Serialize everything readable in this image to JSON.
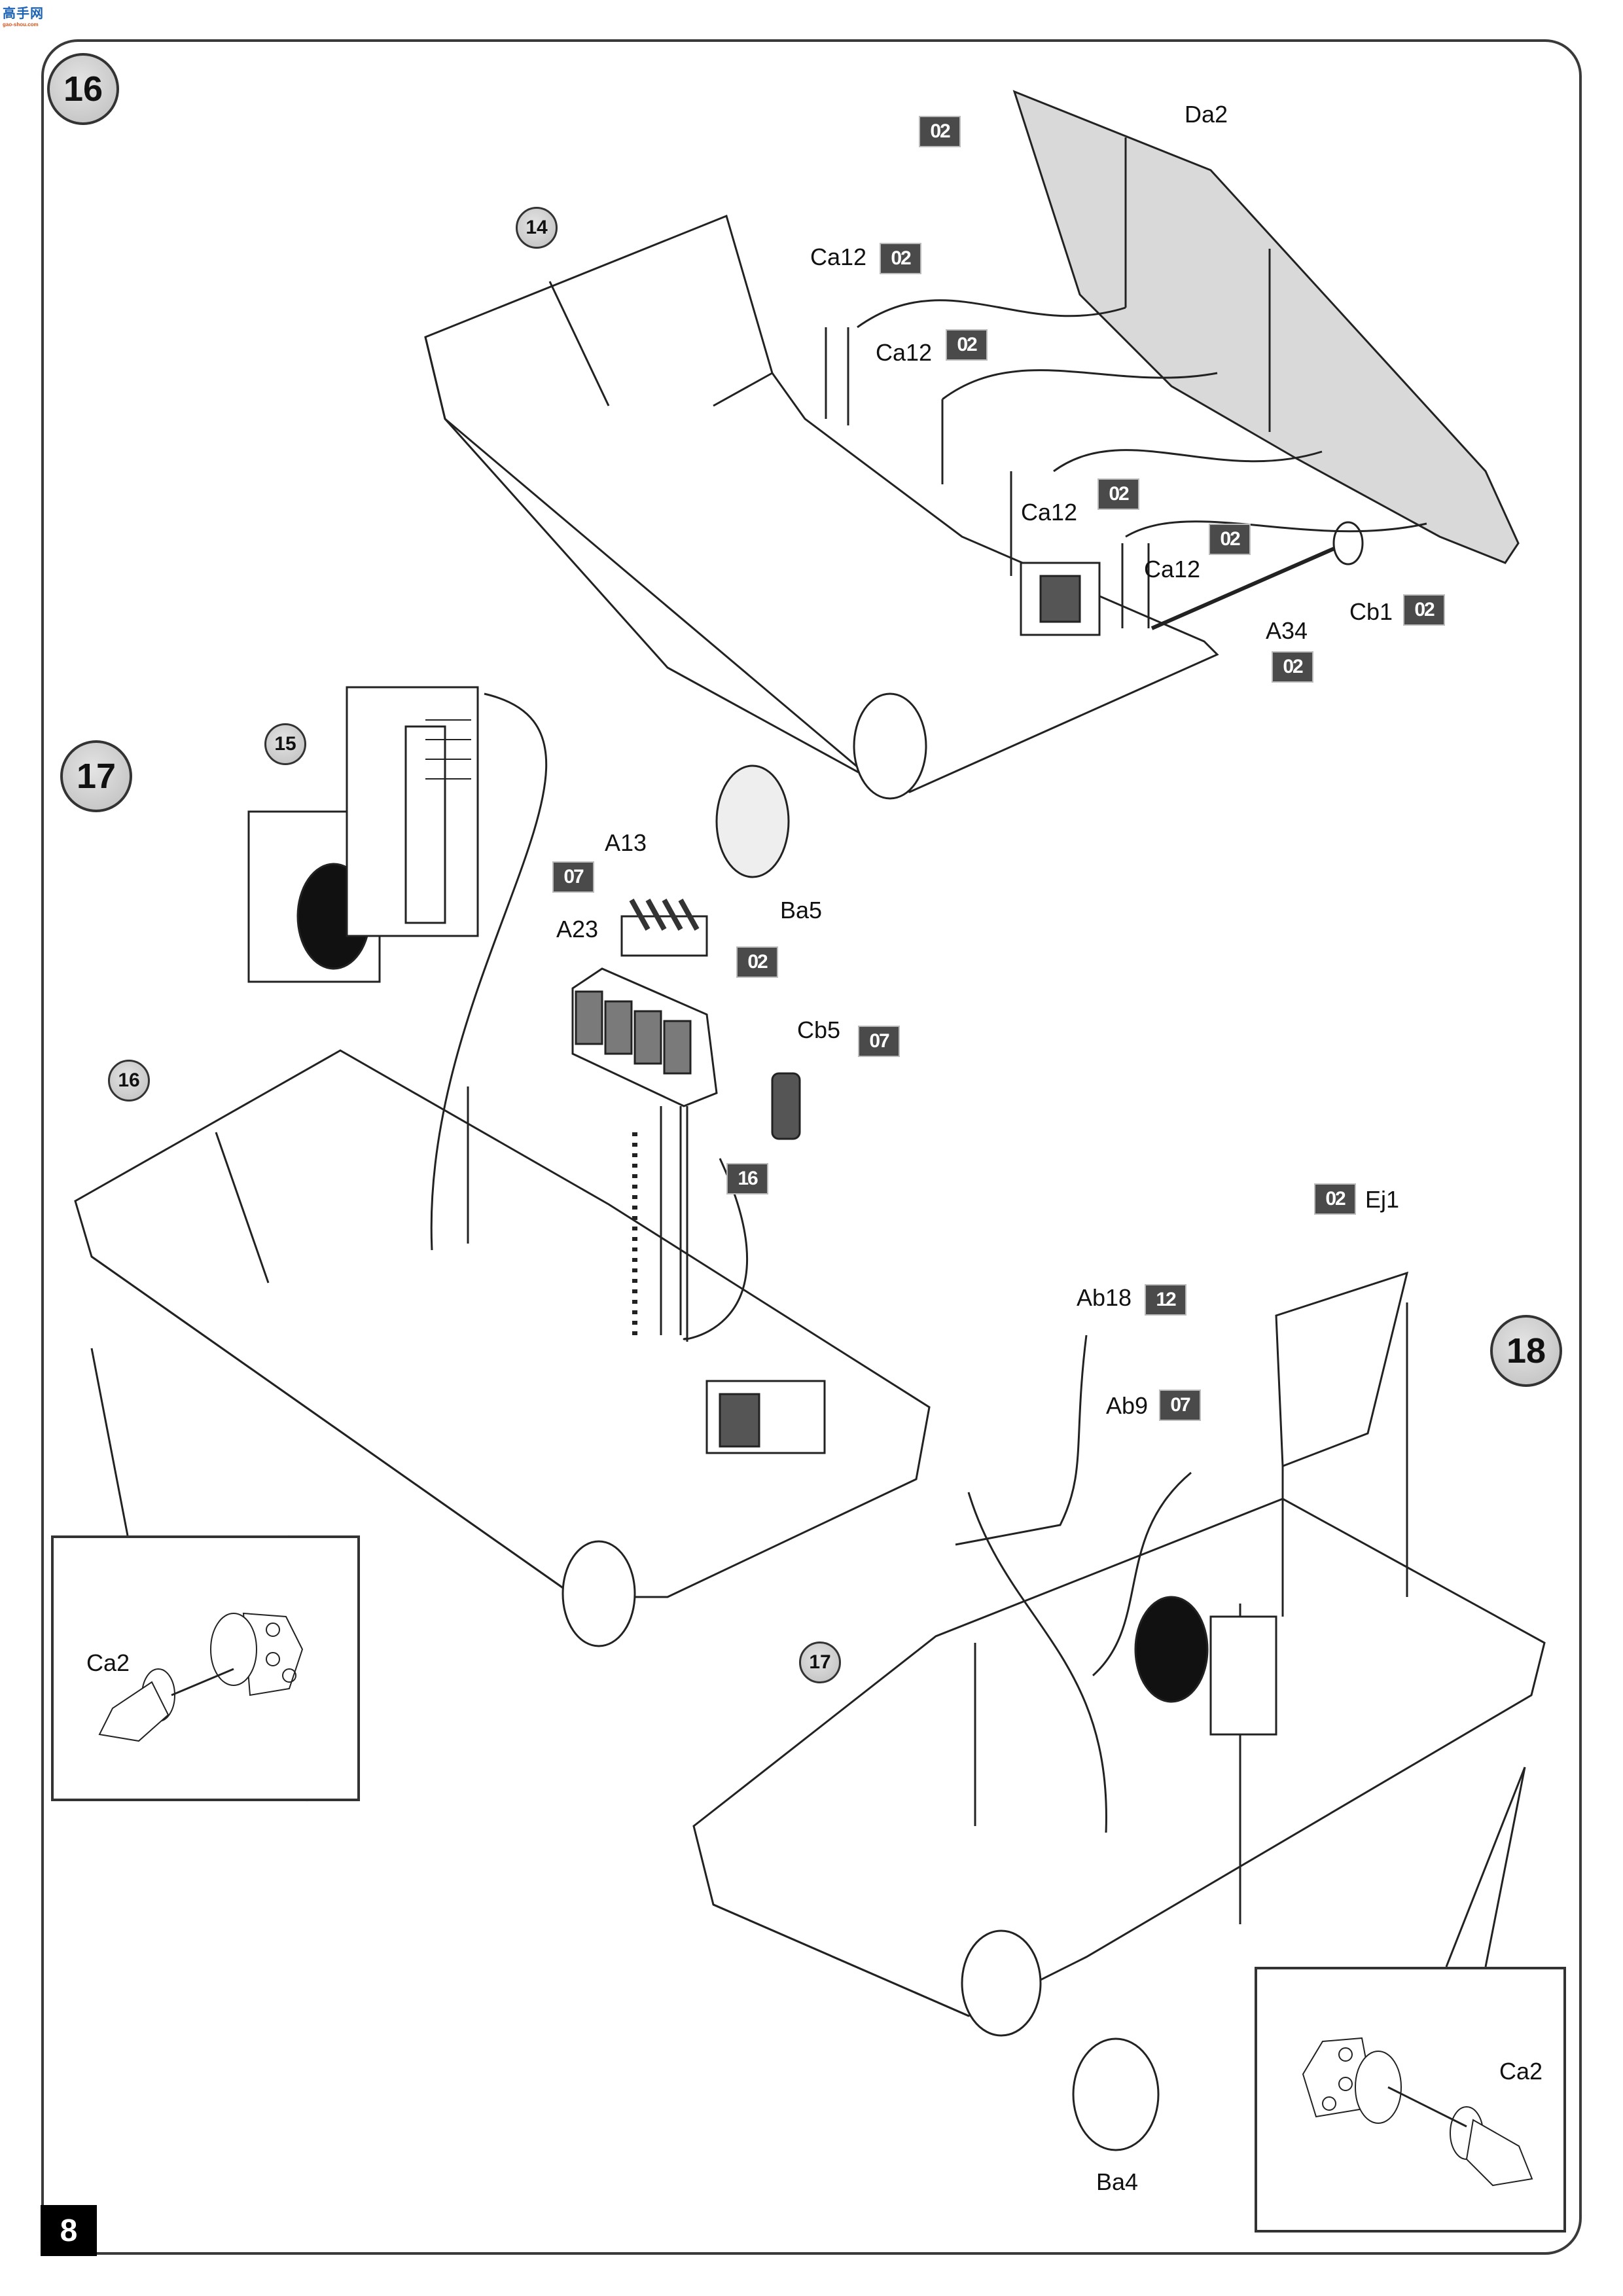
{
  "watermark": {
    "logo_text": "高手网",
    "url_text": "gao-shou.com"
  },
  "page": {
    "page_number": "8"
  },
  "steps": [
    {
      "number": "16",
      "sub_assemblies": [
        "14"
      ],
      "parts": [
        {
          "id": "Da2",
          "paint": "02"
        },
        {
          "id": "Ca12",
          "paint": "02"
        },
        {
          "id": "Ca12",
          "paint": "02"
        },
        {
          "id": "Ca12",
          "paint": "02"
        },
        {
          "id": "Ca12",
          "paint": "02"
        },
        {
          "id": "Cb1",
          "paint": "02"
        },
        {
          "id": "A34",
          "paint": "02"
        },
        {
          "id": "Ba5",
          "paint": ""
        }
      ]
    },
    {
      "number": "17",
      "sub_assemblies": [
        "15",
        "16"
      ],
      "parts": [
        {
          "id": "A13",
          "paint": "07"
        },
        {
          "id": "A23",
          "paint": "02"
        },
        {
          "id": "Cb5",
          "paint": "07",
          "paint_secondary": "16"
        },
        {
          "id": "Ca2",
          "paint": ""
        }
      ]
    },
    {
      "number": "18",
      "sub_assemblies": [
        "17"
      ],
      "parts": [
        {
          "id": "Ej1",
          "paint": "02"
        },
        {
          "id": "Ab18",
          "paint": "12"
        },
        {
          "id": "Ab9",
          "paint": "07"
        },
        {
          "id": "Ba4",
          "paint": ""
        },
        {
          "id": "Ca2",
          "paint": ""
        }
      ]
    }
  ],
  "labels": {
    "da2": "Da2",
    "da2_paint": "02",
    "ca12_a": "Ca12",
    "ca12_a_paint": "02",
    "ca12_b": "Ca12",
    "ca12_b_paint": "02",
    "ca12_c": "Ca12",
    "ca12_c_paint": "02",
    "ca12_d": "Ca12",
    "ca12_d_paint": "02",
    "cb1": "Cb1",
    "cb1_paint": "02",
    "a34": "A34",
    "a34_paint": "02",
    "ba5": "Ba5",
    "sub14": "14",
    "sub15": "15",
    "sub16": "16",
    "sub17": "17",
    "a13": "A13",
    "a13_paint": "07",
    "a23": "A23",
    "a23_paint": "02",
    "cb5": "Cb5",
    "cb5_paint": "07",
    "cb5_paint2": "16",
    "ca2_left": "Ca2",
    "ej1": "Ej1",
    "ej1_paint": "02",
    "ab18": "Ab18",
    "ab18_paint": "12",
    "ab9": "Ab9",
    "ab9_paint": "07",
    "ba4": "Ba4",
    "ca2_right": "Ca2"
  },
  "colors": {
    "paint_box": "#4a4a4a",
    "step_circle": "#c8c8c8",
    "frame": "#3a3a3a",
    "highlight_panel": "#d9d9d9"
  }
}
